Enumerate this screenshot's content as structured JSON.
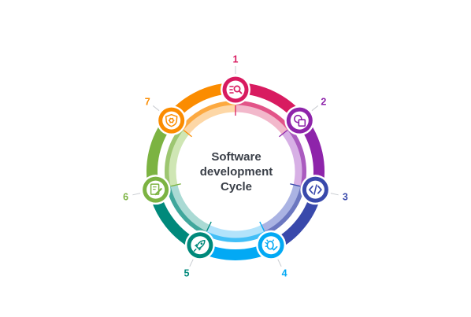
{
  "diagram": {
    "center_title": [
      "Software",
      "development",
      "Cycle"
    ],
    "steps": [
      {
        "number": "1",
        "color": "#d81b60",
        "light": "#f2b8cb",
        "icon": "search-list-icon"
      },
      {
        "number": "2",
        "color": "#8e24aa",
        "light": "#d7b0e5",
        "icon": "shapes-icon"
      },
      {
        "number": "3",
        "color": "#3949ab",
        "light": "#aab3e3",
        "icon": "code-icon"
      },
      {
        "number": "4",
        "color": "#03a9f4",
        "light": "#b3e3fb",
        "icon": "bug-check-icon"
      },
      {
        "number": "5",
        "color": "#00897b",
        "light": "#aadad4",
        "icon": "rocket-icon"
      },
      {
        "number": "6",
        "color": "#7cb342",
        "light": "#cfe6b4",
        "icon": "document-edit-icon"
      },
      {
        "number": "7",
        "color": "#fb8c00",
        "light": "#fdd7a6",
        "icon": "shield-gear-icon"
      }
    ]
  }
}
